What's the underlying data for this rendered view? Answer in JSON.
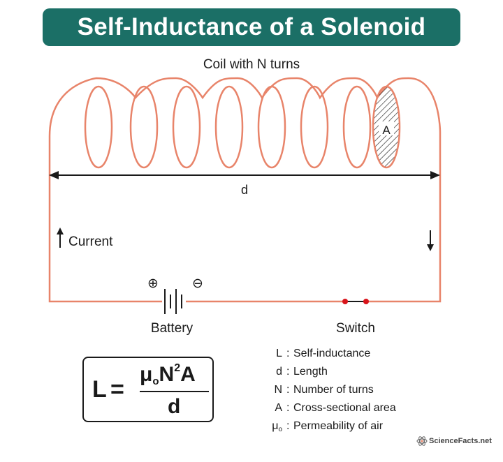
{
  "title": "Self-Inductance of a Solenoid",
  "coil_label": "Coil with N turns",
  "area_label": "A",
  "length_label": "d",
  "current_label": "Current",
  "battery_label": "Battery",
  "switch_label": "Switch",
  "battery_plus": "⊕",
  "battery_minus": "⊖",
  "formula": {
    "lhs": "L",
    "eq": "=",
    "num_mu": "μ",
    "num_sub": "o",
    "num_n": "N",
    "num_sup": "2",
    "num_a": "A",
    "den": "d"
  },
  "legend": [
    {
      "sym": "L",
      "desc": "Self-inductance"
    },
    {
      "sym": "d",
      "desc": "Length"
    },
    {
      "sym": "N",
      "desc": "Number of turns"
    },
    {
      "sym": "A",
      "desc": "Cross-sectional area"
    },
    {
      "sym": "μ",
      "sym_sub": "o",
      "desc": "Permeability of air"
    }
  ],
  "legend_separator": ":",
  "brand": "ScienceFacts.net",
  "colors": {
    "wire": "#e8846a",
    "banner": "#1b6f66",
    "switch_dot": "#d9141b",
    "text": "#1a1a1a"
  }
}
